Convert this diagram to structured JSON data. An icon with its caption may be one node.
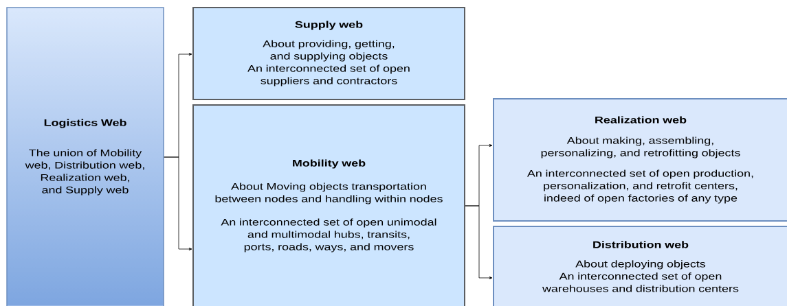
{
  "diagram": {
    "nodes": [
      {
        "text": [
          "Logistics Web",
          "The union of Mobility web, Distribution web, Realization web, and Supply web"
        ]
      },
      {
        "text": [
          "Supply web",
          "About providing, getting, and supplying objects",
          "An interconnected set of open suppliers and contractors"
        ]
      },
      {
        "text": [
          "Mobility web",
          "About Moving objects transportation between nodes and handling within nodes",
          "An interconnected set of open unimodal and multimodal hubs, transits, ports, roads, ways, and movers"
        ]
      },
      {
        "text": [
          "Realization web",
          "About making, assembling, personalizing, and retrofitting objects",
          "An interconnected set of open production, personalization, and retrofit centers, indeed of open factories of any type"
        ]
      },
      {
        "text": [
          "Distribution web",
          "About deploying objects",
          "An interconnected set of open warehouses and distribution centers"
        ]
      }
    ],
    "edges": [
      {
        "from": 0,
        "to": 1,
        "arrow": "to"
      },
      {
        "from": 0,
        "to": 2,
        "arrow": "to"
      },
      {
        "from": 2,
        "to": 3,
        "arrow": "to"
      },
      {
        "from": 2,
        "to": 4,
        "arrow": "to"
      }
    ]
  }
}
